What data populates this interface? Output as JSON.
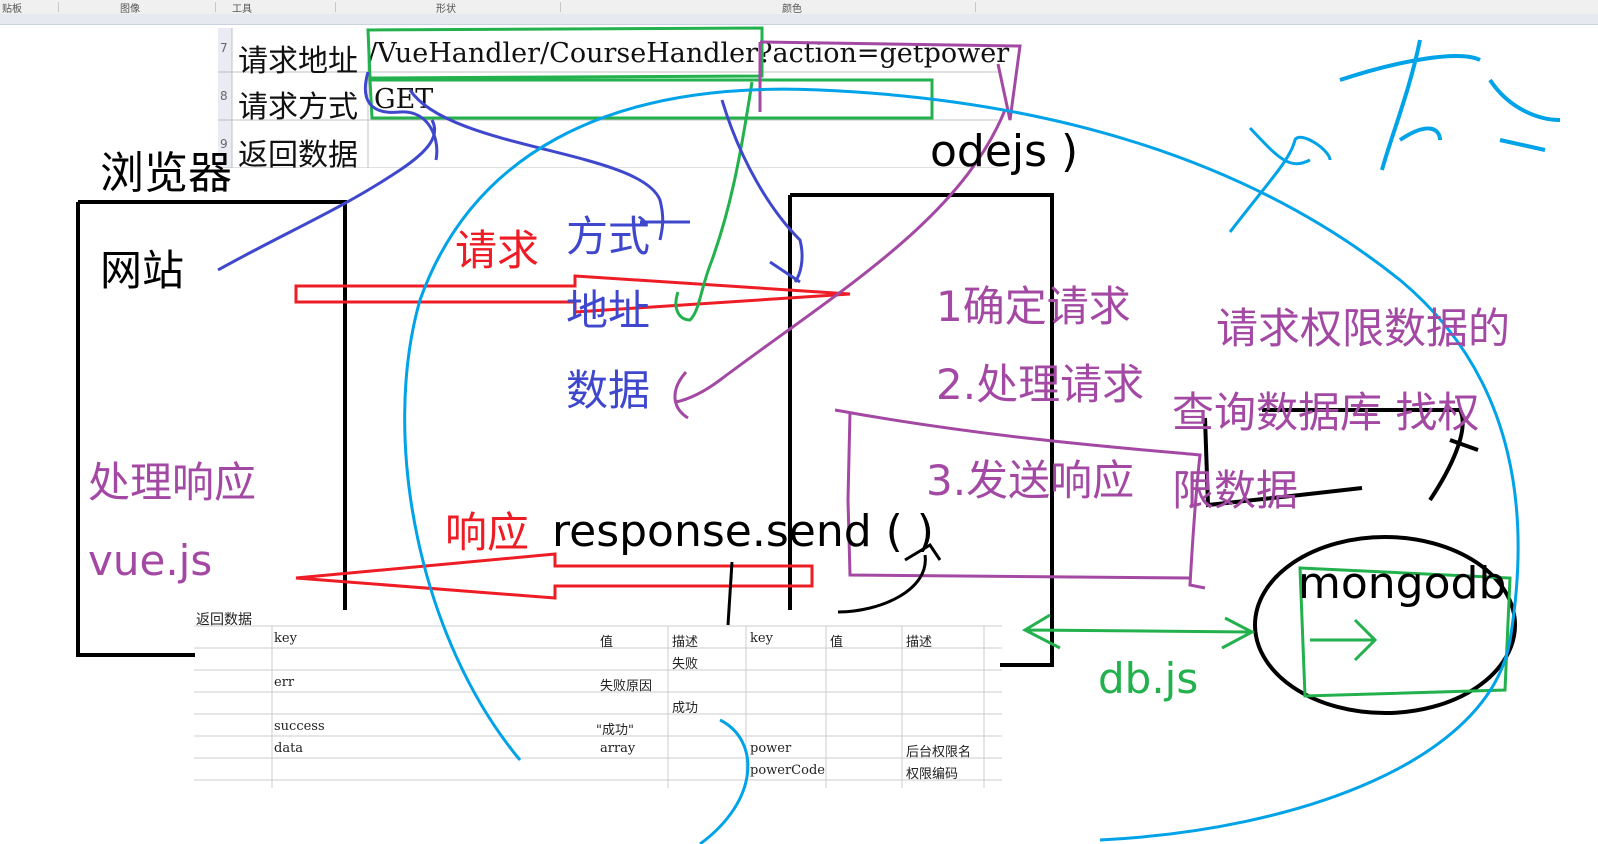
{
  "ribbon": {
    "groups": [
      "贴板",
      "图像",
      "工具",
      "形状",
      "颜色"
    ]
  },
  "request_table": {
    "rows": [
      {
        "label": "请求地址",
        "value": "/VueHandler/CourseHandler?action=getpower"
      },
      {
        "label": "请求方式",
        "value": "GET"
      },
      {
        "label": "返回数据",
        "value": ""
      }
    ]
  },
  "diagram": {
    "browser_title": "浏览器",
    "website_label": "网站",
    "server_title_partial": "odejs )",
    "request_label": "请求",
    "request_parts": [
      "方式",
      "地址",
      "数据"
    ],
    "server_steps": [
      "1确定请求",
      "2.处理请求",
      "3.发送响应"
    ],
    "permission_note": [
      "请求权限数据的",
      "查询数据库 找权",
      "限数据"
    ],
    "handle_response": "处理响应",
    "vue_js": "vue.js",
    "response_label": "响应",
    "response_send": "response.send ( )",
    "mongodb": "mongodb",
    "db_js": "db.js"
  },
  "response_table": {
    "title": "返回数据",
    "headers": [
      "key",
      "值",
      "描述",
      "key",
      "值",
      "描述"
    ],
    "rows": [
      {
        "key": "",
        "value": "",
        "desc": "失败",
        "key2": "",
        "desc2": ""
      },
      {
        "key": "err",
        "value": "失败原因",
        "desc": "",
        "key2": "",
        "desc2": ""
      },
      {
        "key": "",
        "value": "",
        "desc": "成功",
        "key2": "",
        "desc2": ""
      },
      {
        "key": "success",
        "value": "\"成功\"",
        "desc": "",
        "key2": "",
        "desc2": ""
      },
      {
        "key": "data",
        "value": "array",
        "desc": "",
        "key2": "power",
        "desc2": "后台权限名"
      },
      {
        "key": "",
        "value": "",
        "desc": "",
        "key2": "powerCode",
        "desc2": "权限编码"
      }
    ]
  },
  "colors": {
    "red": "#ee1c24",
    "blue_ink": "#3f48cc",
    "purple": "#a349a4",
    "green": "#22b14c",
    "cyan": "#00a2e8",
    "black": "#000000"
  }
}
